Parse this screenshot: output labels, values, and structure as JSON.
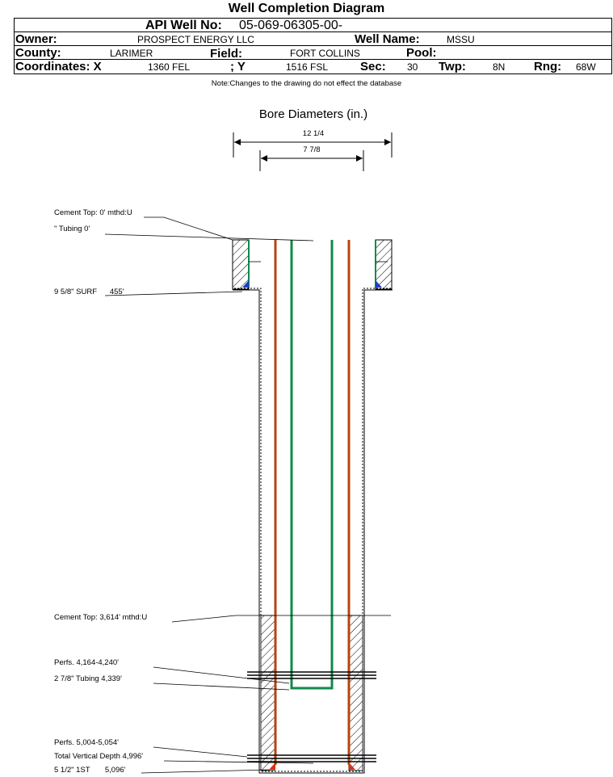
{
  "title": "Well Completion Diagram",
  "header": {
    "api_label": "API Well No:",
    "api_value": "05-069-06305-00-",
    "owner_label": "Owner:",
    "owner_value": "PROSPECT ENERGY LLC",
    "wellname_label": "Well Name:",
    "wellname_value": "MSSU",
    "county_label": "County:",
    "county_value": "LARIMER",
    "field_label": "Field:",
    "field_value": "FORT COLLINS",
    "pool_label": "Pool:",
    "pool_value": "",
    "coordx_label": "Coordinates: X",
    "coordx_value": "1360 FEL",
    "y_label": "; Y",
    "y_value": "1516 FSL",
    "sec_label": "Sec:",
    "sec_value": "30",
    "twp_label": "Twp:",
    "twp_value": "8N",
    "rng_label": "Rng:",
    "rng_value": "68W"
  },
  "note": "Note:Changes to the drawing do not effect the database",
  "bore": {
    "title": "Bore Diameters (in.)",
    "outer": "12 1/4",
    "inner": "7 7/8"
  },
  "callouts": {
    "cement_top_surface": "Cement Top: 0' mthd:U",
    "tubing_top": "\" Tubing 0'",
    "surface_casing": "9 5/8\" SURF      455'",
    "cement_top_prod": "Cement Top: 3,614' mthd:U",
    "perfs_upper": "Perfs. 4,164-4,240'",
    "tubing_bottom": "2 7/8\" Tubing 4,339'",
    "perfs_lower": "Perfs. 5,004-5,054'",
    "tvd": "Total Vertical Depth 4,996'",
    "prod_casing": "5 1/2\" 1ST       5,096'"
  },
  "colors": {
    "casing": "#b5450f",
    "tubing": "#0f8a4a",
    "shoe": "#1f3fbf",
    "prod_shoe": "#e0300a",
    "line": "#000000"
  }
}
